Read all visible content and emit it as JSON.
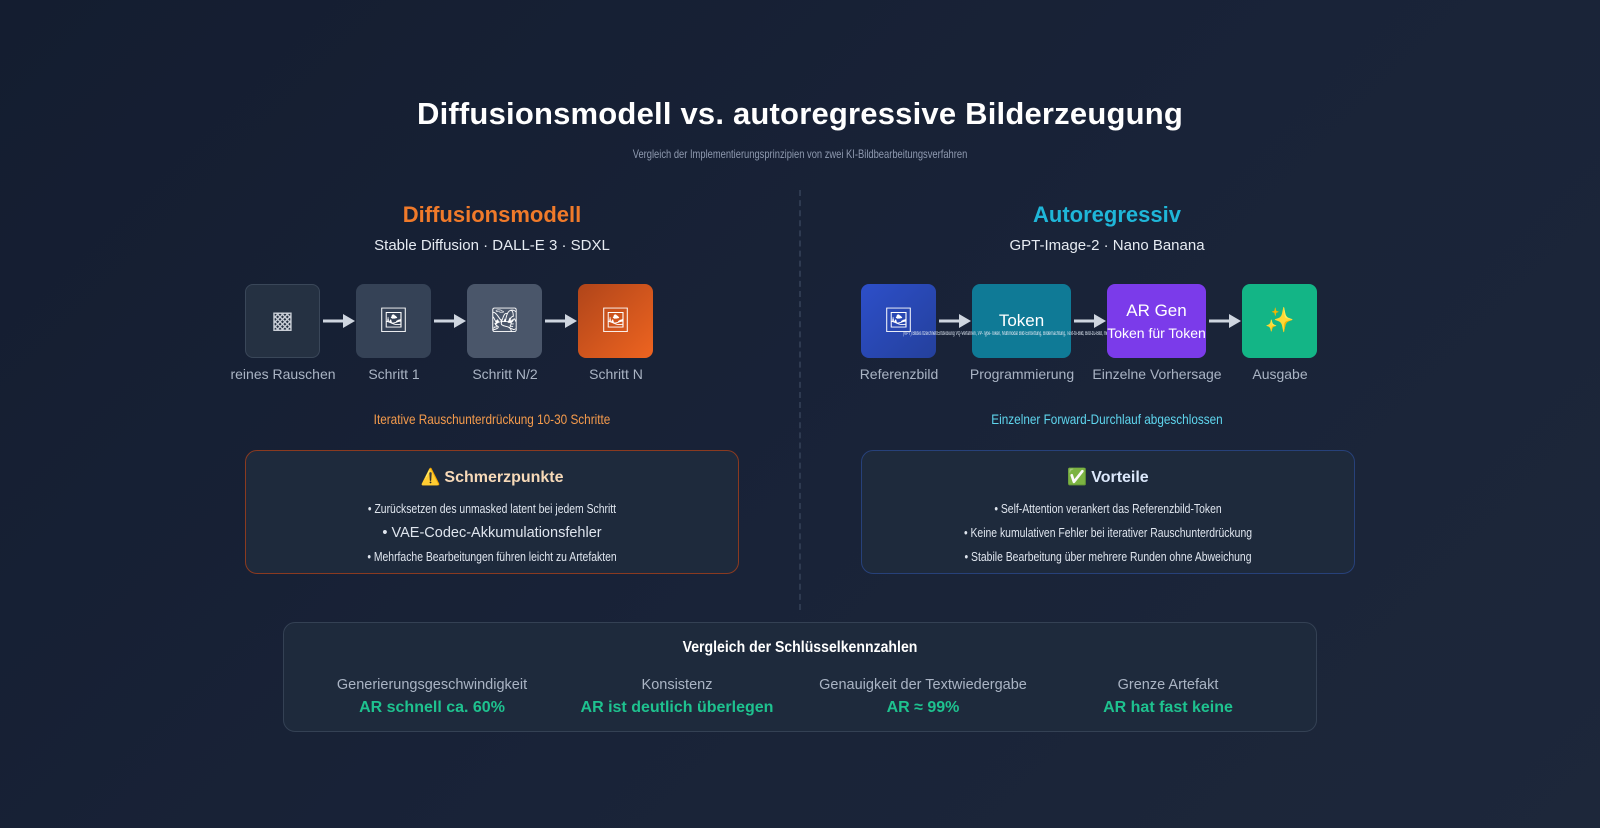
{
  "header": {
    "title": "Diffusionsmodell vs. autoregressive Bilderzeugung",
    "subtitle": "Vergleich der Implementierungsprinzipien von zwei KI-Bildbearbeitungsverfahren"
  },
  "diffusion": {
    "title": "Diffusionsmodell",
    "subtitle": "Stable Diffusion · DALL-E 3 · SDXL",
    "steps": [
      {
        "label": "reines Rauschen",
        "icon": "noise-icon",
        "glyph": "▩"
      },
      {
        "label": "Schritt 1",
        "icon": "sketch-image-icon",
        "glyph": "🖼"
      },
      {
        "label": "Schritt N/2",
        "icon": "landscape-image-icon",
        "glyph": "🏞"
      },
      {
        "label": "Schritt N",
        "icon": "framed-picture-icon",
        "glyph": "🖼"
      }
    ],
    "note": "Iterative Rauschunterdrückung 10-30 Schritte",
    "panel": {
      "icon": "warning-icon",
      "icon_glyph": "⚠️",
      "title": "Schmerzpunkte",
      "bullets": [
        "• Zurücksetzen des unmasked latent bei jedem Schritt",
        "• VAE-Codec-Akkumulationsfehler",
        "• Mehrfache Bearbeitungen führen leicht zu Artefakten"
      ]
    }
  },
  "autoregressive": {
    "title": "Autoregressiv",
    "subtitle": "GPT-Image-2 · Nano Banana",
    "steps": [
      {
        "label": "Referenzbild",
        "icon": "framed-picture-icon",
        "glyph": "🖼"
      },
      {
        "label": "Programmierung",
        "box_text": "Token",
        "overlay": "(VPT) Bildes tlzeichnet/Entdeckung VQ-Verfahren, VP-Type-Token, Multimodal Bild-Einbettung, Bildernachtung, Text-to-Bild, Bild-zu-Bild, multimodal"
      },
      {
        "label": "Einzelne Vorhersage",
        "box_text": "AR Gen",
        "box_sub": "Token für Token"
      },
      {
        "label": "Ausgabe",
        "icon": "sparkles-icon",
        "glyph": "✨"
      }
    ],
    "note": "Einzelner Forward-Durchlauf abgeschlossen",
    "panel": {
      "icon": "check-icon",
      "icon_glyph": "✅",
      "title": "Vorteile",
      "bullets": [
        "• Self-Attention verankert das Referenzbild-Token",
        "• Keine kumulativen Fehler bei iterativer Rauschunterdrückung",
        "• Stabile Bearbeitung über mehrere Runden ohne Abweichung"
      ]
    }
  },
  "metrics": {
    "title": "Vergleich der Schlüsselkennzahlen",
    "items": [
      {
        "label": "Generierungsgeschwindigkeit",
        "value": "AR schnell ca. 60%"
      },
      {
        "label": "Konsistenz",
        "value": "AR ist deutlich überlegen"
      },
      {
        "label": "Genauigkeit der Textwiedergabe",
        "value": "AR ≈ 99%"
      },
      {
        "label": "Grenze Artefakt",
        "value": "AR hat fast keine"
      }
    ]
  },
  "colors": {
    "diffusion_accent": "#f07a2a",
    "autoregressive_accent": "#1fb6d8",
    "metric_value": "#1ec28f",
    "background": "#192338"
  }
}
